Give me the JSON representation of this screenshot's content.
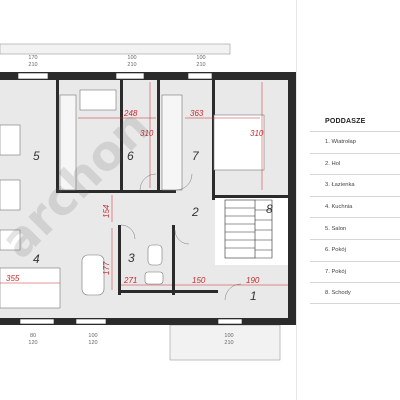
{
  "plan": {
    "room_numbers": [
      "5",
      "6",
      "7",
      "2",
      "8",
      "3",
      "4",
      "1"
    ],
    "dimensions": [
      "248",
      "363",
      "310",
      "310",
      "154",
      "177",
      "271",
      "150",
      "190",
      "355"
    ],
    "door_labels": [
      {
        "top": "170",
        "bottom": "210"
      },
      {
        "top": "100",
        "bottom": "210"
      },
      {
        "top": "100",
        "bottom": "210"
      },
      {
        "top": "80",
        "bottom": "120"
      },
      {
        "top": "100",
        "bottom": "120"
      },
      {
        "top": "100",
        "bottom": "210"
      }
    ],
    "watermark": "archon",
    "colors": {
      "wall": "#2b2b2b",
      "floor": "#e8e8e8",
      "accent": "#d9232e",
      "dim_line": "#c72a2f"
    }
  },
  "legend": {
    "title": "PODDASZE",
    "items": [
      "1. Wiatrołap",
      "2. Hol",
      "3. Łazienka",
      "4. Kuchnia",
      "5. Salon",
      "6. Pokój",
      "7. Pokój",
      "8. Schody"
    ]
  }
}
